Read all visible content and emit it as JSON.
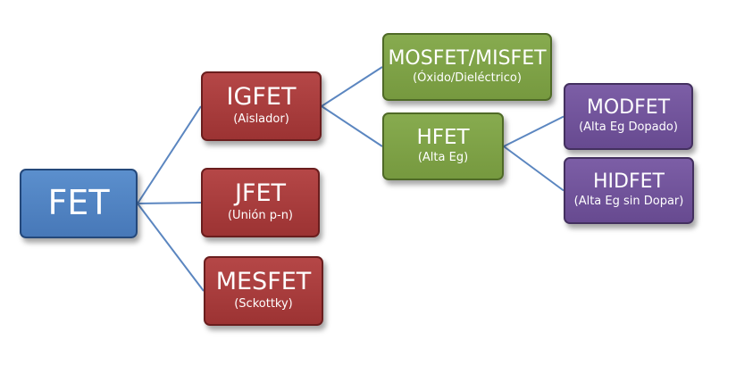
{
  "colors": {
    "root": "#4778b8",
    "level1": "#9c3333",
    "level2": "#76993f",
    "level3": "#674a90",
    "connector": "#5b86c0"
  },
  "nodes": {
    "fet": {
      "title": "FET"
    },
    "igfet": {
      "title": "IGFET",
      "sub": "(Aislador)"
    },
    "jfet": {
      "title": "JFET",
      "sub": "(Unión p-n)"
    },
    "mesfet": {
      "title": "MESFET",
      "sub": "(Sckottky)"
    },
    "mosfet": {
      "title": "MOSFET/MISFET",
      "sub": "(Óxido/Dieléctrico)"
    },
    "hfet": {
      "title": "HFET",
      "sub": "(Alta Eg)"
    },
    "modfet": {
      "title": "MODFET",
      "sub": "(Alta Eg Dopado)"
    },
    "hidfet": {
      "title": "HIDFET",
      "sub": "(Alta Eg sin Dopar)"
    }
  },
  "edges": [
    [
      "fet",
      "igfet"
    ],
    [
      "fet",
      "jfet"
    ],
    [
      "fet",
      "mesfet"
    ],
    [
      "igfet",
      "mosfet"
    ],
    [
      "igfet",
      "hfet"
    ],
    [
      "hfet",
      "modfet"
    ],
    [
      "hfet",
      "hidfet"
    ]
  ]
}
